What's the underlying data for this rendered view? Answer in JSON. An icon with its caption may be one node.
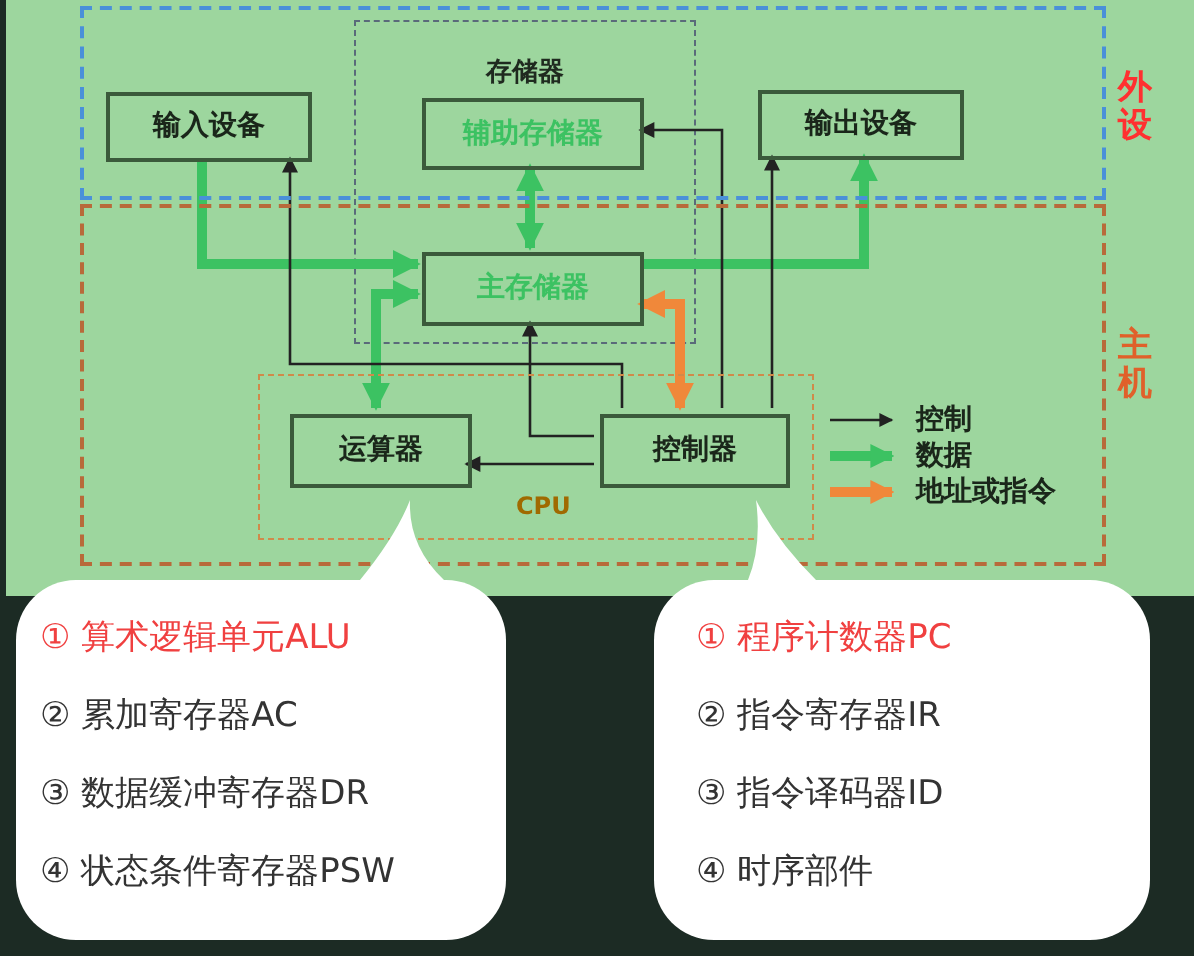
{
  "diagram": {
    "nodes": [
      {
        "text": [
          "外设"
        ]
      },
      {
        "text": [
          "主机"
        ]
      },
      {
        "text": [
          "输入设备"
        ],
        "in": 0
      },
      {
        "text": [
          "辅助存储器"
        ],
        "in": 0
      },
      {
        "text": [
          "输出设备"
        ],
        "in": 0
      },
      {
        "text": [
          "主存储器"
        ],
        "in": 1
      },
      {
        "text": [
          "CPU"
        ],
        "in": 1
      },
      {
        "text": [
          "运算器"
        ],
        "in": 6
      },
      {
        "text": [
          "控制器"
        ],
        "in": 6
      },
      {
        "text": [
          "① 算术逻辑单元ALU",
          "② 累加寄存器AC",
          "③ 数据缓冲寄存器DR",
          "④ 状态条件寄存器PSW"
        ]
      },
      {
        "text": [
          "① 程序计数器PC",
          "② 指令寄存器IR",
          "③ 指令译码器ID",
          "④ 时序部件"
        ]
      }
    ],
    "edges": [
      {
        "from": 2,
        "to": 5,
        "arrow": "to",
        "style": "thick",
        "color": "#3cc262"
      },
      {
        "from": 5,
        "to": 4,
        "arrow": "to",
        "style": "thick",
        "color": "#3cc262"
      },
      {
        "from": 3,
        "to": 5,
        "arrow": "both",
        "style": "thick",
        "color": "#3cc262"
      },
      {
        "from": 5,
        "to": 7,
        "arrow": "both",
        "style": "thick",
        "color": "#3cc262"
      },
      {
        "from": 8,
        "to": 5,
        "arrow": "both",
        "style": "thick",
        "color": "#f0883a"
      },
      {
        "from": 8,
        "to": 2,
        "arrow": "to"
      },
      {
        "from": 8,
        "to": 3,
        "arrow": "to"
      },
      {
        "from": 8,
        "to": 4,
        "arrow": "to"
      },
      {
        "from": 8,
        "to": 5,
        "arrow": "to"
      },
      {
        "from": 8,
        "to": 7,
        "arrow": "to"
      }
    ],
    "labels": [
      "存储器"
    ],
    "legend": [
      {
        "text": "控制"
      },
      {
        "text": "数据"
      },
      {
        "text": "地址或指令"
      }
    ]
  }
}
